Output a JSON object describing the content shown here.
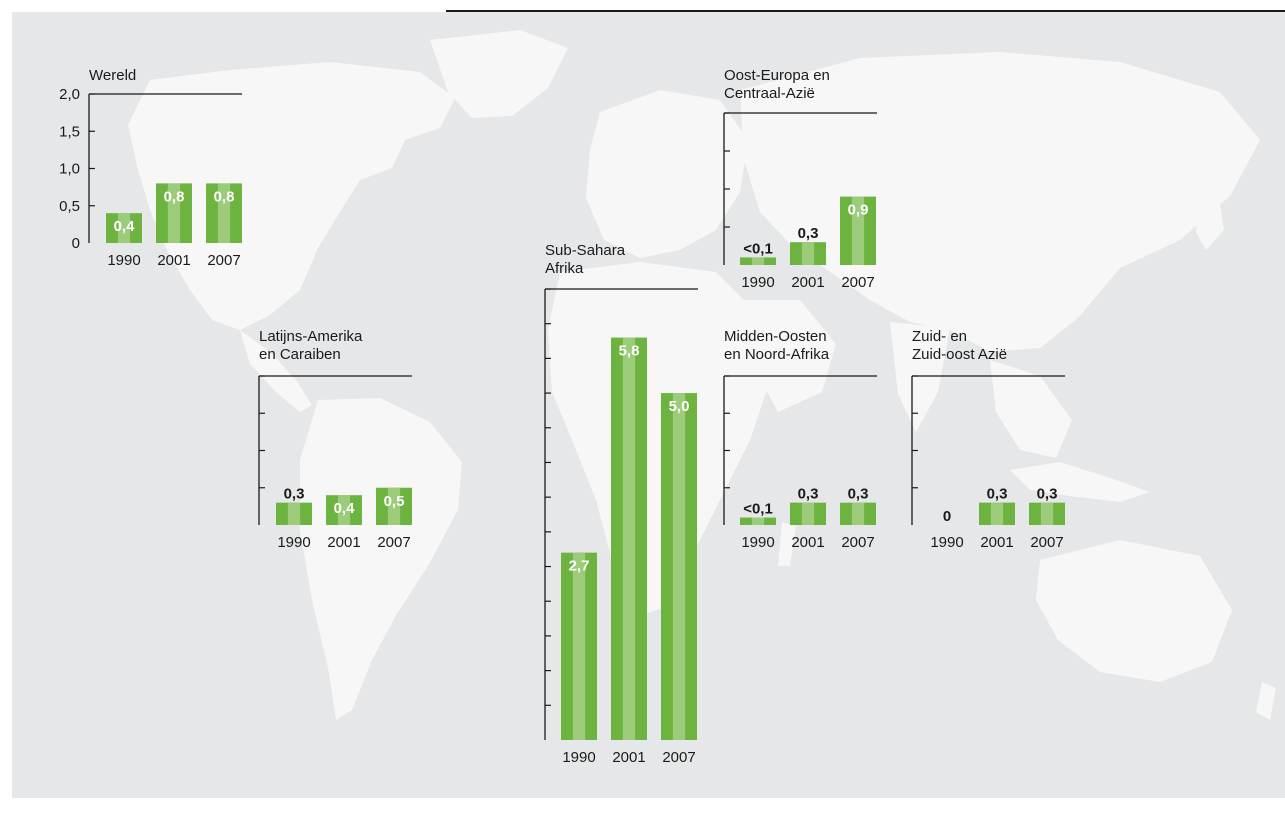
{
  "colors": {
    "bar_dark": "#6db33f",
    "bar_light": "#9ccc7a",
    "map_bg": "#e6e7e8",
    "map_land": "#f7f7f7",
    "axis": "#1a1a1a",
    "text": "#1a1a1a",
    "label_inside": "#ffffff"
  },
  "chart_data": [
    {
      "type": "bar",
      "title": "Wereld",
      "categories": [
        "1990",
        "2001",
        "2007"
      ],
      "values": [
        0.4,
        0.8,
        0.8
      ],
      "value_labels": [
        "0,4",
        "0,8",
        "0,8"
      ],
      "ylim": [
        0,
        2.0
      ],
      "yticks": [
        0,
        0.5,
        1.0,
        1.5,
        2.0
      ],
      "ytick_labels": [
        "0",
        "0,5",
        "1,0",
        "1,5",
        "2,0"
      ]
    },
    {
      "type": "bar",
      "title": "Latijns-Amerika en Caraiben",
      "title_lines": [
        "Latijns-Amerika",
        "en Caraiben"
      ],
      "categories": [
        "1990",
        "2001",
        "2007"
      ],
      "values": [
        0.3,
        0.4,
        0.5
      ],
      "value_labels": [
        "0,3",
        "0,4",
        "0,5"
      ],
      "ylim": [
        0,
        2.0
      ],
      "yticks": [
        0,
        0.5,
        1.0,
        1.5,
        2.0
      ]
    },
    {
      "type": "bar",
      "title": "Sub-Sahara Afrika",
      "title_lines": [
        "Sub-Sahara",
        "Afrika"
      ],
      "categories": [
        "1990",
        "2001",
        "2007"
      ],
      "values": [
        2.7,
        5.8,
        5.0
      ],
      "value_labels": [
        "2,7",
        "5,8",
        "5,0"
      ],
      "ylim": [
        0,
        6.5
      ],
      "yticks": [
        0,
        0.5,
        1.0,
        1.5,
        2.0,
        2.5,
        3.0,
        3.5,
        4.0,
        4.5,
        5.0,
        5.5,
        6.0,
        6.5
      ]
    },
    {
      "type": "bar",
      "title": "Oost-Europa en Centraal-Azië",
      "title_lines": [
        "Oost-Europa en",
        "Centraal-Azië"
      ],
      "categories": [
        "1990",
        "2001",
        "2007"
      ],
      "values": [
        0.1,
        0.3,
        0.9
      ],
      "value_labels": [
        "<0,1",
        "0,3",
        "0,9"
      ],
      "ylim": [
        0,
        2.0
      ],
      "yticks": [
        0,
        0.5,
        1.0,
        1.5,
        2.0
      ]
    },
    {
      "type": "bar",
      "title": "Midden-Oosten en Noord-Afrika",
      "title_lines": [
        "Midden-Oosten",
        "en Noord-Afrika"
      ],
      "categories": [
        "1990",
        "2001",
        "2007"
      ],
      "values": [
        0.1,
        0.3,
        0.3
      ],
      "value_labels": [
        "<0,1",
        "0,3",
        "0,3"
      ],
      "ylim": [
        0,
        2.0
      ],
      "yticks": [
        0,
        0.5,
        1.0,
        1.5,
        2.0
      ]
    },
    {
      "type": "bar",
      "title": "Zuid- en Zuid-oost Azië",
      "title_lines": [
        "Zuid- en",
        "Zuid-oost Azië"
      ],
      "categories": [
        "1990",
        "2001",
        "2007"
      ],
      "values": [
        0,
        0.3,
        0.3
      ],
      "value_labels": [
        "0",
        "0,3",
        "0,3"
      ],
      "ylim": [
        0,
        2.0
      ],
      "yticks": [
        0,
        0.5,
        1.0,
        1.5,
        2.0
      ]
    }
  ]
}
